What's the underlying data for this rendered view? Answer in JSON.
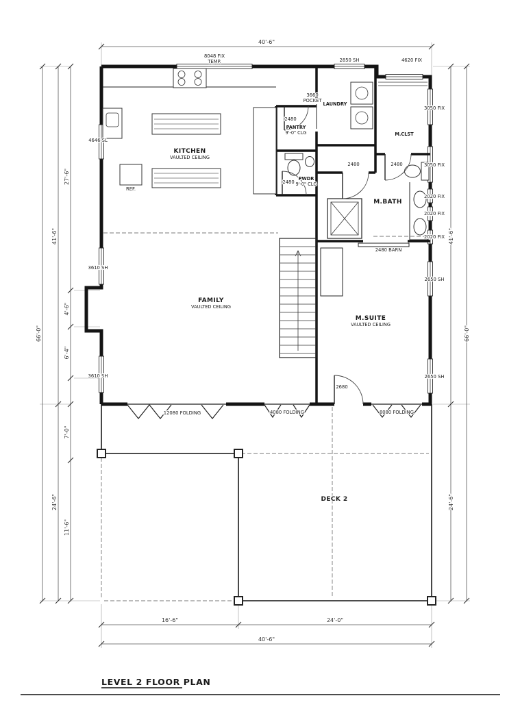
{
  "title": "LEVEL 2 FLOOR PLAN",
  "rooms": {
    "kitchen": "KITCHEN",
    "kitchen_clg": "VAULTED CEILING",
    "family": "FAMILY",
    "family_clg": "VAULTED CEILING",
    "msuite": "M.SUITE",
    "msuite_clg": "VAULTED CEILING",
    "laundry": "LAUNDRY",
    "pantry": "PANTRY",
    "pantry_clg": "9'-0\" CLG",
    "pwdr": "PWDR",
    "pwdr_clg": "9'-0\" CLG",
    "mbath": "M.BATH",
    "mclst": "M.CLST",
    "deck": "DECK 2",
    "ref": "REF."
  },
  "windows": {
    "w8048": "8048 FIX",
    "w8048_note": "TEMP.",
    "w2850": "2850 SH",
    "w4620": "4620 FIX",
    "w3050_a": "3050 FIX",
    "w3050_b": "3050 FIX",
    "w2020_a": "2020 FIX",
    "w2020_b": "2020 FIX",
    "w2020_c": "2020 FIX",
    "w2650_a": "2650 SH",
    "w2650_b": "2650 SH",
    "w4646": "4646 SL",
    "w3610_a": "3610 SH",
    "w3610_b": "3610 SH"
  },
  "doors": {
    "pocket_size": "3660",
    "pocket_type": "POCKET",
    "pantry": "2480",
    "pwdr": "2480",
    "hall": "2480",
    "closet": "2480",
    "barn": "2480 BARN",
    "deck": "2680",
    "folding_large": "12080 FOLDING",
    "folding_small": "4080 FOLDING",
    "folding_wide": "8080 FOLDING"
  },
  "dims": {
    "top_overall": "40'-6\"",
    "bottom_overall": "40'-6\"",
    "bottom_left": "16'-6\"",
    "bottom_right": "24'-0\"",
    "left_overall": "66'-0\"",
    "right_overall": "66'-0\"",
    "left_upper": "41'-6\"",
    "right_upper": "41'-6\"",
    "left_lower": "24'-6\"",
    "right_lower": "24'-6\"",
    "seg_27_6": "27'-6\"",
    "seg_4_6": "4'-6\"",
    "seg_6_4": "6'-4\"",
    "seg_7_0": "7'-0\"",
    "seg_11_6": "11'-6\""
  }
}
